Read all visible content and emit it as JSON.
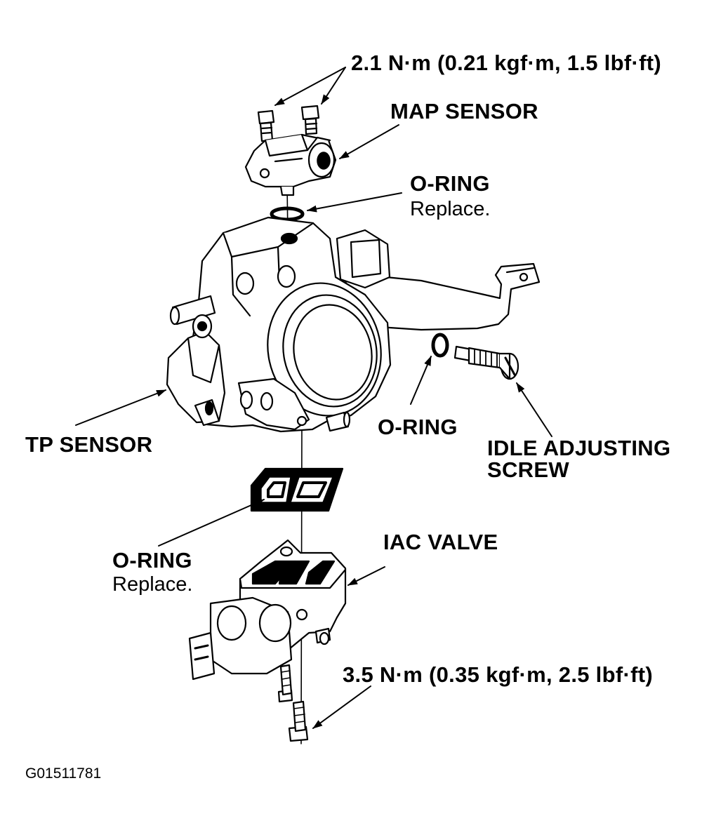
{
  "labels": {
    "torque_top": "2.1 N·m (0.21 kgf·m, 1.5 lbf·ft)",
    "map_sensor": "MAP SENSOR",
    "oring_top": "O-RING",
    "oring_top_note": "Replace.",
    "tp_sensor": "TP SENSOR",
    "oring_mid": "O-RING",
    "idle_screw_line1": "IDLE ADJUSTING",
    "idle_screw_line2": "SCREW",
    "oring_bottom": "O-RING",
    "oring_bottom_note": "Replace.",
    "iac_valve": "IAC VALVE",
    "torque_bottom": "3.5 N·m (0.35 kgf·m, 2.5 lbf·ft)",
    "figure_code": "G01511781"
  },
  "colors": {
    "ink": "#000000",
    "paper": "#ffffff"
  }
}
